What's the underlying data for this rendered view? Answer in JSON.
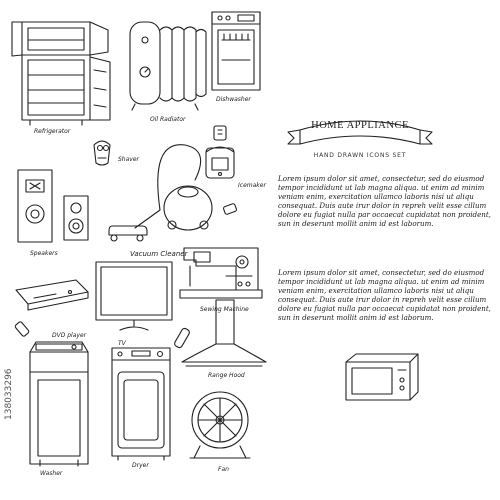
{
  "banner": {
    "title": "HOME APPLIANCE",
    "subtitle": "HAND DRAWN ICONS SET"
  },
  "paragraphs": [
    "Lorem ipsum dolor sit amet, consectetur, sed do eiusmod tempor incididunt ut lab magna aliqua. ut enim ad minim veniam enim, exercitation ullamco laboris nisi ut aliqu consequat. Duis aute irur dolor in repreh velit esse cillum dolore eu fugiat nulla par occaecat cupidatat non proident, sun in deserunt mollit anim id est laborum.",
    "Lorem ipsum dolor sit amet, consectetur, sed do eiusmod tempor incididunt ut lab magna aliqua. ut enim ad minim veniam enim, exercitation ullamco laboris nisi ut aliqu consequat. Duis aute irur dolor in repreh velit esse cillum dolore eu fugiat nulla par occaecat cupidatat non proident, sun in deserunt mollit anim id est laborum."
  ],
  "labels": {
    "refrigerator": "Refrigerator",
    "oil_radiator": "Oil Radiator",
    "dishwasher": "Dishwasher",
    "shaver": "Shaver",
    "icemaker": "Icemaker",
    "speakers": "Speakers",
    "vacuum_cleaner": "Vacuum Cleaner",
    "sewing_machine": "Sewing Machine",
    "dvd_player": "DVD player",
    "tv": "TV",
    "range_hood": "Range Hood",
    "washer": "Washer",
    "dryer": "Dryer",
    "fan": "Fan"
  },
  "stock_id": "138033296",
  "colors": {
    "ink": "#222222",
    "background": "#ffffff"
  }
}
